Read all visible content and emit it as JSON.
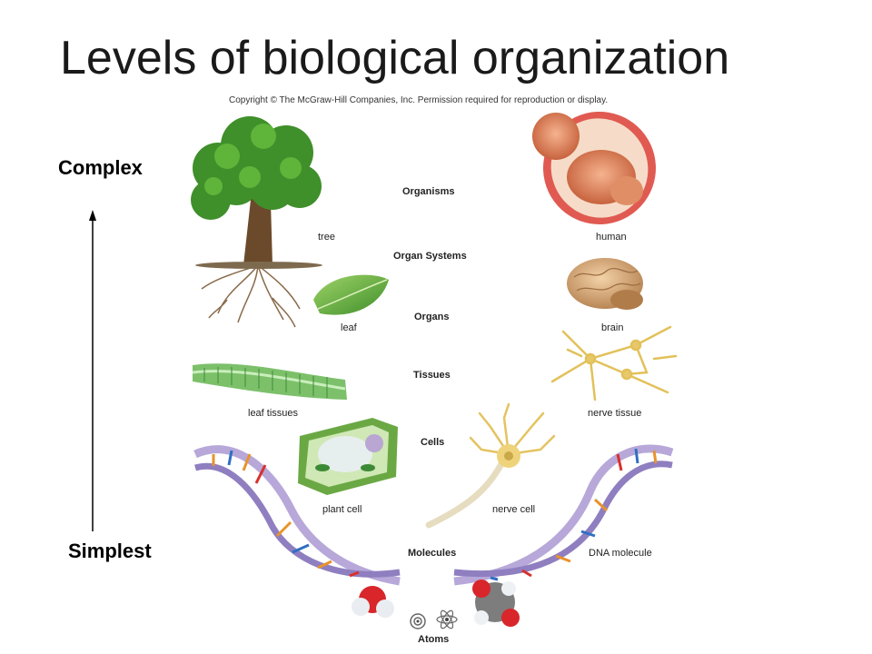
{
  "title": "Levels of biological organization",
  "copyright": "Copyright © The McGraw-Hill Companies, Inc. Permission required for reproduction or display.",
  "scale": {
    "top": "Complex",
    "bottom": "Simplest"
  },
  "levels": [
    "Organisms",
    "Organ Systems",
    "Organs",
    "Tissues",
    "Cells",
    "Molecules",
    "Atoms"
  ],
  "captions": {
    "tree": "tree",
    "human": "human",
    "leaf": "leaf",
    "brain": "brain",
    "leaf_tissues": "leaf tissues",
    "nerve_tissue": "nerve tissue",
    "plant_cell": "plant cell",
    "nerve_cell": "nerve cell",
    "dna": "DNA molecule"
  },
  "icons": [
    "tree-illustration",
    "fetus-illustration",
    "leaf-illustration",
    "brain-illustration",
    "leaf-tissue-illustration",
    "nerve-tissue-illustration",
    "plant-cell-illustration",
    "nerve-cell-illustration",
    "dna-helix-illustration",
    "water-molecule-illustration",
    "atom-illustration"
  ]
}
